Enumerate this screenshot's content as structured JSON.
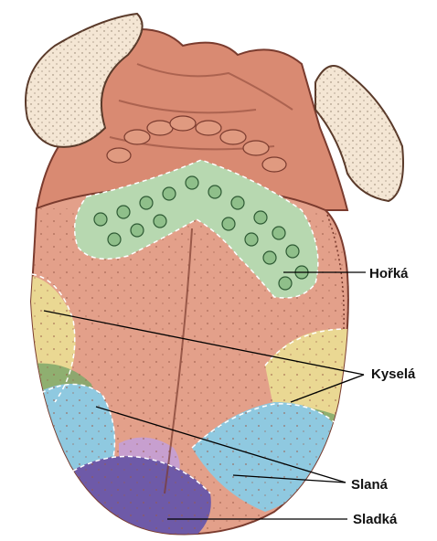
{
  "labels": {
    "bitter": "Hořká",
    "sour": "Kyselá",
    "salty": "Slaná",
    "sweet": "Sladká"
  },
  "colors": {
    "tongue_body": "#e3a08a",
    "tongue_outline": "#7a3b2e",
    "tonsil": "#f4e6d4",
    "bitter_zone": "#b7d8b0",
    "sour_zone": "#ead893",
    "sour_green_band": "#7fa86a",
    "salty_zone": "#8fc9e0",
    "sweet_zone": "#6e5aa8",
    "sweet_pink": "#c79fcf",
    "leader_line": "#000000"
  }
}
